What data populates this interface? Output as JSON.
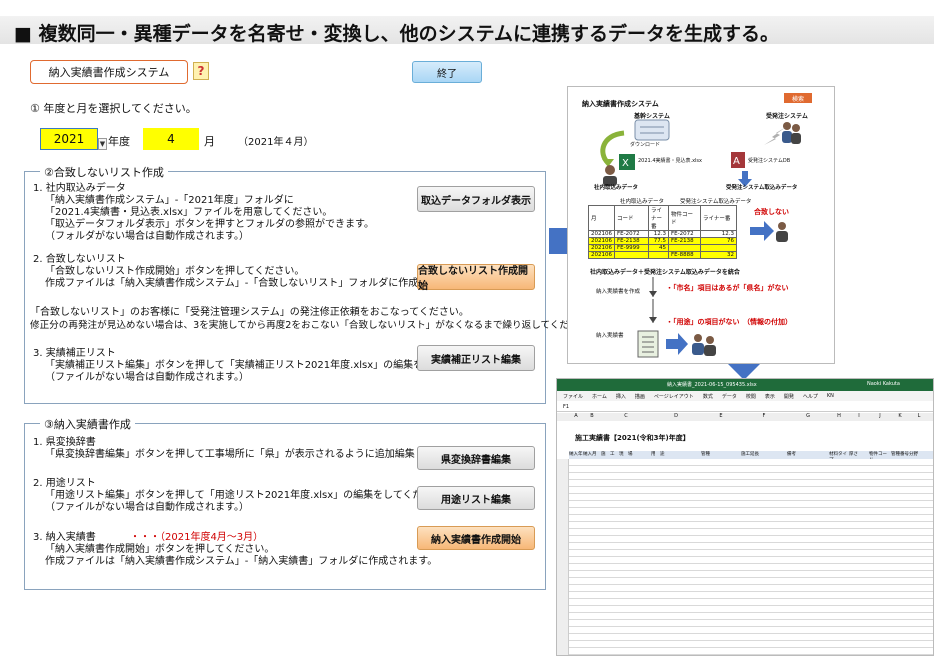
{
  "header": {
    "title": "■ 複数同一・異種データを名寄せ・変換し、他のシステムに連携するデータを生成する。"
  },
  "app": {
    "system_name": "納入実績書作成システム",
    "help_icon_text": "?",
    "end_button": "終了"
  },
  "step1": {
    "instruction": "① 年度と月を選択してください。",
    "year_value": "2021",
    "year_suffix": "年度",
    "month_value": "4",
    "month_suffix": "月",
    "period_text": "（2021年４月）"
  },
  "section2": {
    "title": "②合致しないリスト作成",
    "item1": {
      "heading": "1. 社内取込みデータ",
      "lines": [
        "「納入実績書作成システム」-「2021年度」フォルダに",
        "「2021.4実績書・見込表.xlsx」ファイルを用意してください。",
        "「取込データフォルダ表示」ボタンを押すとフォルダの参照ができます。",
        "（フォルダがない場合は自動作成されます。）"
      ],
      "button": "取込データフォルダ表示"
    },
    "item2": {
      "heading": "2. 合致しないリスト",
      "lines": [
        "「合致しないリスト作成開始」ボタンを押してください。",
        "作成ファイルは「納入実績書作成システム」-「合致しないリスト」フォルダに作成されます。"
      ],
      "button": "合致しないリスト作成開始"
    },
    "notes": [
      "「合致しないリスト」のお客様に「受発注管理システム」の発注修正依頼をおこなってください。",
      "修正分の再発注が見込めない場合は、3を実施してから再度2をおこない「合致しないリスト」がなくなるまで繰り返してください。"
    ],
    "item3": {
      "heading": "3. 実績補正リスト",
      "lines": [
        "「実績補正リスト編集」ボタンを押して「実績補正リスト2021年度.xlsx」の編集をしてください。",
        "（ファイルがない場合は自動作成されます。）"
      ],
      "button": "実績補正リスト編集"
    }
  },
  "section3": {
    "title": "③納入実績書作成",
    "item1": {
      "heading": "1. 県変換辞書",
      "lines": [
        "「県変換辞書編集」ボタンを押して工事場所に「県」が表示されるように追加編集してください。"
      ],
      "button": "県変換辞書編集"
    },
    "item2": {
      "heading": "2. 用途リスト",
      "lines": [
        "「用途リスト編集」ボタンを押して「用途リスト2021年度.xlsx」の編集をしてください。",
        "（ファイルがない場合は自動作成されます。）"
      ],
      "button": "用途リスト編集"
    },
    "item3": {
      "heading": "3. 納入実績書",
      "period": "・・・（2021年度4月～3月）",
      "lines": [
        "「納入実績書作成開始」ボタンを押してください。",
        "作成ファイルは「納入実績書作成システム」-「納入実績書」フォルダに作成されます。"
      ],
      "button": "納入実績書作成開始"
    }
  },
  "diagram": {
    "badge": "検索",
    "title": "納入実績書作成システム",
    "core_system": "基幹システム",
    "order_system": "受発注システム",
    "download": "ダウンロード",
    "file_name": "2021.4実績書・見込表.xlsx",
    "order_db": "受発注システムDB",
    "internal_data": "社内取込みデータ",
    "order_data": "受発注システム取込みデータ",
    "table_header_left": "社内取込みデータ",
    "table_header_right": "受発注システム取込みデータ",
    "table_cols": [
      "月",
      "コード",
      "ライナー番",
      "物件コード",
      "ライナー番"
    ],
    "table_rows": [
      [
        "202106",
        "FE-2072",
        "12.3",
        "FE-2072",
        "12.3"
      ],
      [
        "202106",
        "FE-2138",
        "77.5",
        "FE-2138",
        "76"
      ],
      [
        "202106",
        "FE-9999",
        "45",
        "",
        ""
      ],
      [
        "202106",
        "",
        "",
        "FE-8888",
        "32"
      ]
    ],
    "mismatch": "合致しない",
    "merge_title": "社内取込みデータ＋受発注システム取込みデータを統合",
    "making": "納入実績書を作成",
    "note1": "・「市名」項目はあるが「県名」がない",
    "note2": "・「用途」の項目がない　（情報の付加）",
    "result": "納入実績書"
  },
  "spreadsheet": {
    "window_title": "納入実績書_2021-06-15_095435.xlsx",
    "user": "Naoki Kakuta",
    "menu": [
      "ファイル",
      "ホーム",
      "挿入",
      "描画",
      "ページレイアウト",
      "数式",
      "データ",
      "校閲",
      "表示",
      "開発",
      "ヘルプ",
      "KN"
    ],
    "cell_ref": "F1",
    "sheet_title": "施工実績書【2021(令和3年)年度】",
    "columns": [
      "A",
      "B",
      "C",
      "D",
      "E",
      "F",
      "G",
      "H",
      "I",
      "J",
      "K",
      "L"
    ],
    "headers": [
      "納入年",
      "納入月",
      "施　工　現　場",
      "用　途",
      "管種",
      "施工延長",
      "備考",
      "材料タイプ",
      "厚さ",
      "物件コード",
      "管種番号",
      "分野"
    ]
  },
  "colors": {
    "accent_blue": "#4472c4",
    "yellow": "#ffff00",
    "red": "#d00000",
    "orange": "#f7b777"
  }
}
